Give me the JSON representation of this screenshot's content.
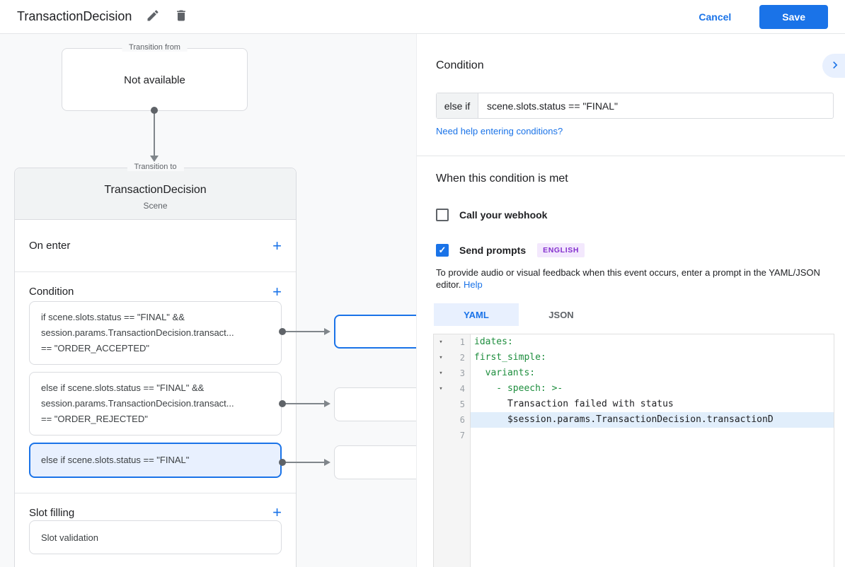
{
  "header": {
    "title": "TransactionDecision",
    "cancel_label": "Cancel",
    "save_label": "Save"
  },
  "canvas": {
    "transition_from": {
      "legend": "Transition from",
      "value": "Not available"
    },
    "transition_to": {
      "legend": "Transition to",
      "title": "TransactionDecision",
      "subtitle": "Scene"
    },
    "add_icon": "+",
    "on_enter": {
      "label": "On enter"
    },
    "condition": {
      "label": "Condition",
      "cards": [
        {
          "lines": [
            "if scene.slots.status == \"FINAL\" &&",
            "session.params.TransactionDecision.transact...",
            "== \"ORDER_ACCEPTED\""
          ],
          "selected": false
        },
        {
          "lines": [
            "else if scene.slots.status == \"FINAL\" &&",
            "session.params.TransactionDecision.transact...",
            "== \"ORDER_REJECTED\""
          ],
          "selected": false
        },
        {
          "lines": [
            "else if scene.slots.status == \"FINAL\""
          ],
          "selected": true
        }
      ]
    },
    "slot_filling": {
      "label": "Slot filling",
      "card_label": "Slot validation"
    }
  },
  "panel": {
    "title": "Condition",
    "condition_input": {
      "prefix": "else if",
      "value": "scene.slots.status == \"FINAL\""
    },
    "help_link": "Need help entering conditions?",
    "when_met": {
      "heading": "When this condition is met",
      "webhook_label": "Call your webhook",
      "webhook_checked": false,
      "send_prompts_label": "Send prompts",
      "send_prompts_checked": true,
      "check_glyph": "✓",
      "language_badge": "ENGLISH",
      "description": "To provide audio or visual feedback when this event occurs, enter a prompt in the YAML/JSON editor.",
      "description_link": "Help"
    },
    "tabs": {
      "yaml": "YAML",
      "json": "JSON",
      "active": "YAML"
    },
    "editor": {
      "fold_glyph": "▾",
      "lines": [
        {
          "num": "1",
          "text": "idates:",
          "type": "key",
          "fold": true,
          "highlight": false
        },
        {
          "num": "2",
          "text": "first_simple:",
          "type": "key",
          "fold": true,
          "highlight": false
        },
        {
          "num": "3",
          "text": "  variants:",
          "type": "key",
          "fold": true,
          "highlight": false
        },
        {
          "num": "4",
          "text": "    - speech: >-",
          "type": "key",
          "fold": true,
          "highlight": false
        },
        {
          "num": "5",
          "text": "      Transaction failed with status",
          "type": "plain",
          "fold": false,
          "highlight": false
        },
        {
          "num": "6",
          "text": "      $session.params.TransactionDecision.transactionD",
          "type": "plain",
          "fold": false,
          "highlight": true
        },
        {
          "num": "7",
          "text": "",
          "type": "plain",
          "fold": false,
          "highlight": false
        }
      ]
    }
  },
  "colors": {
    "accent": "#1a73e8",
    "yaml_key_green": "#1e8e3e",
    "selected_card_bg": "#e8f0fe",
    "badge_bg": "#f3e8fd",
    "badge_text": "#8430ce"
  }
}
